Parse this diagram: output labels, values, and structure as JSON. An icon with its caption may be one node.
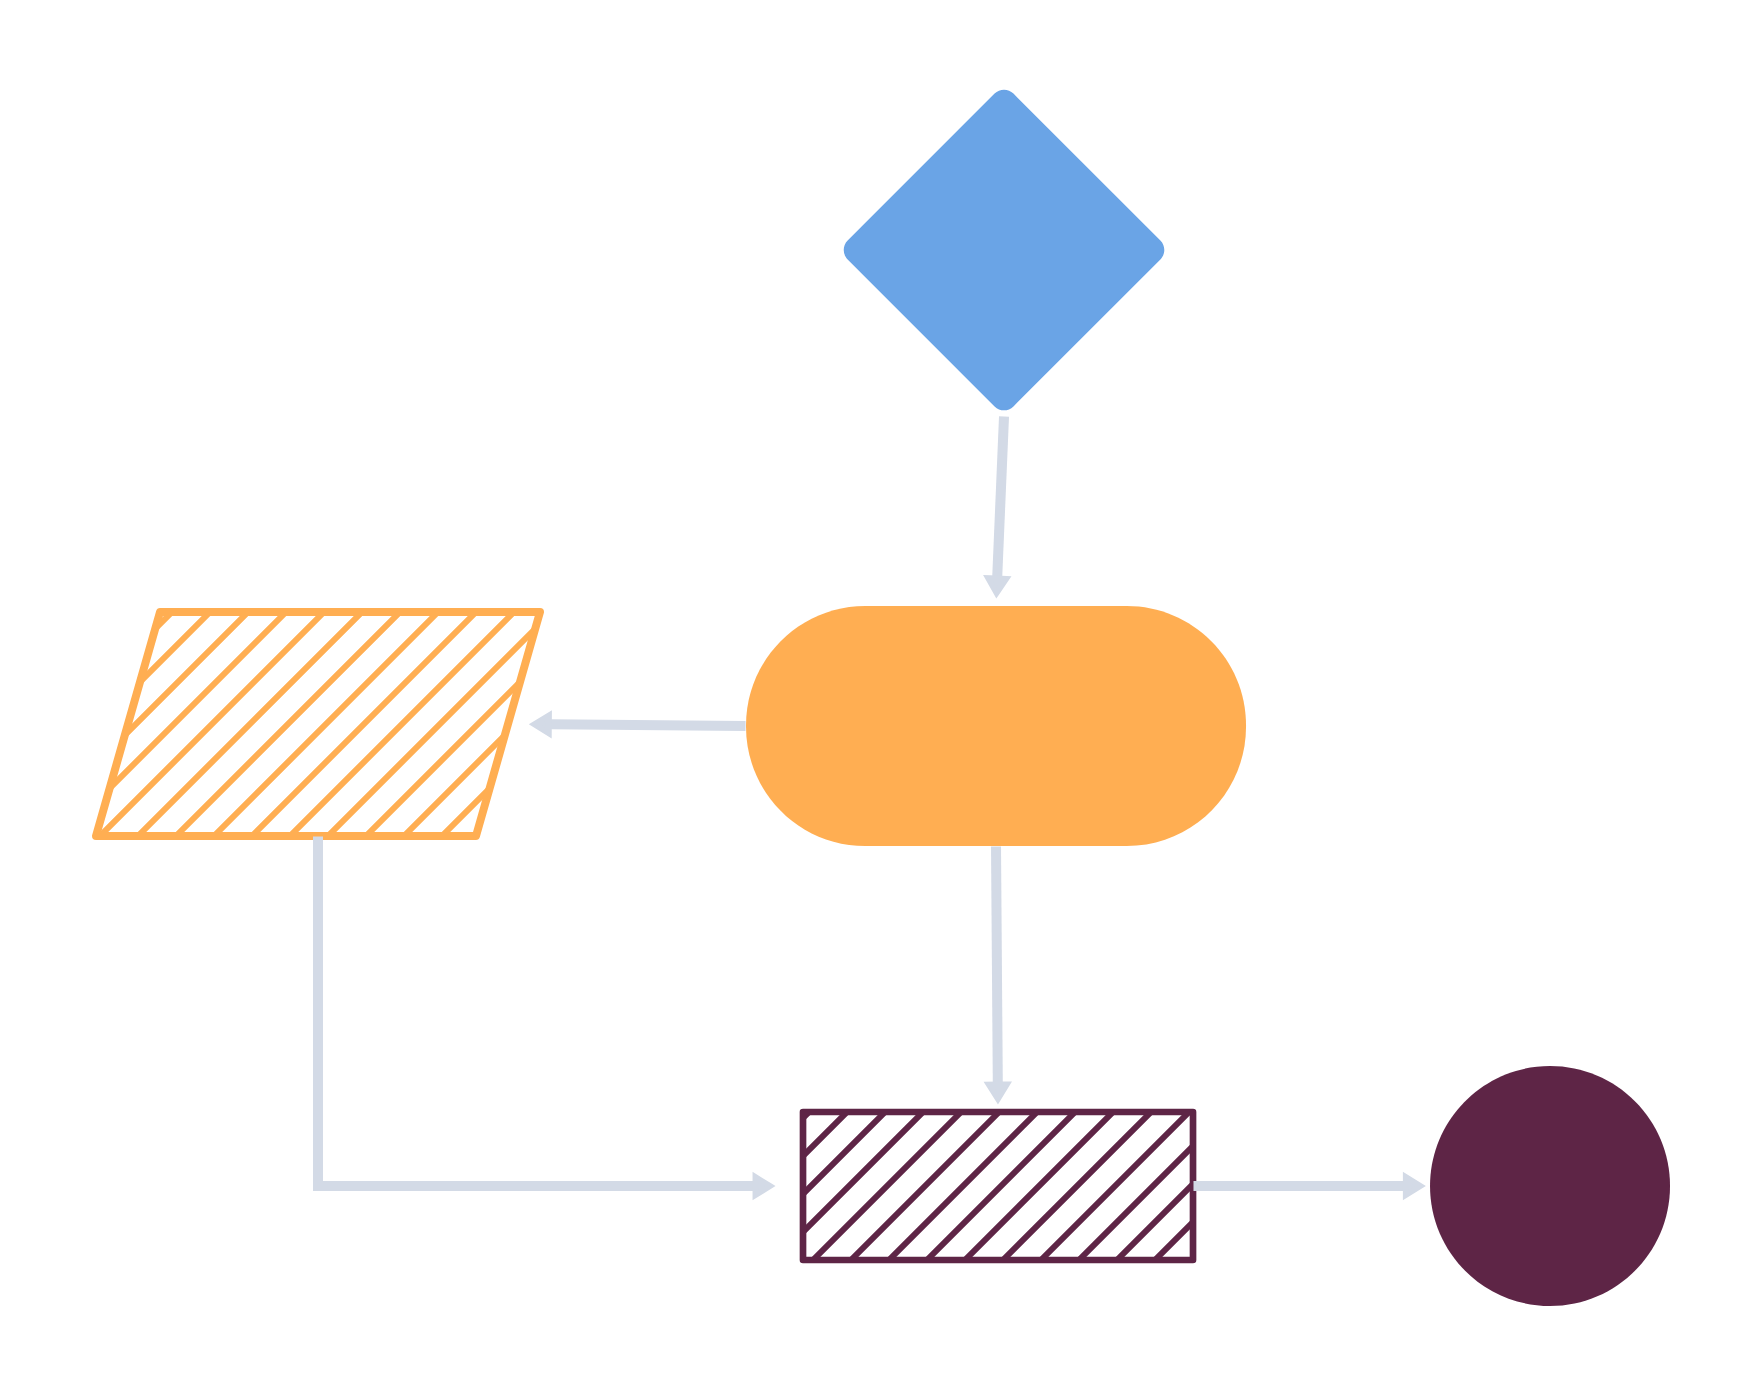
{
  "diagram": {
    "nodes": [
      {
        "text": [],
        "shape": "diamond"
      },
      {
        "text": [],
        "shape": "stadium"
      },
      {
        "text": [],
        "shape": "parallelogram"
      },
      {
        "text": [],
        "shape": "box"
      },
      {
        "text": [],
        "shape": "circle"
      }
    ],
    "edges": [
      {
        "from": 0,
        "to": 1,
        "arrow": "to"
      },
      {
        "from": 1,
        "to": 2,
        "arrow": "to"
      },
      {
        "from": 1,
        "to": 3,
        "arrow": "to"
      },
      {
        "from": 2,
        "to": 3,
        "arrow": "to"
      },
      {
        "from": 3,
        "to": 4,
        "arrow": "to"
      }
    ]
  }
}
